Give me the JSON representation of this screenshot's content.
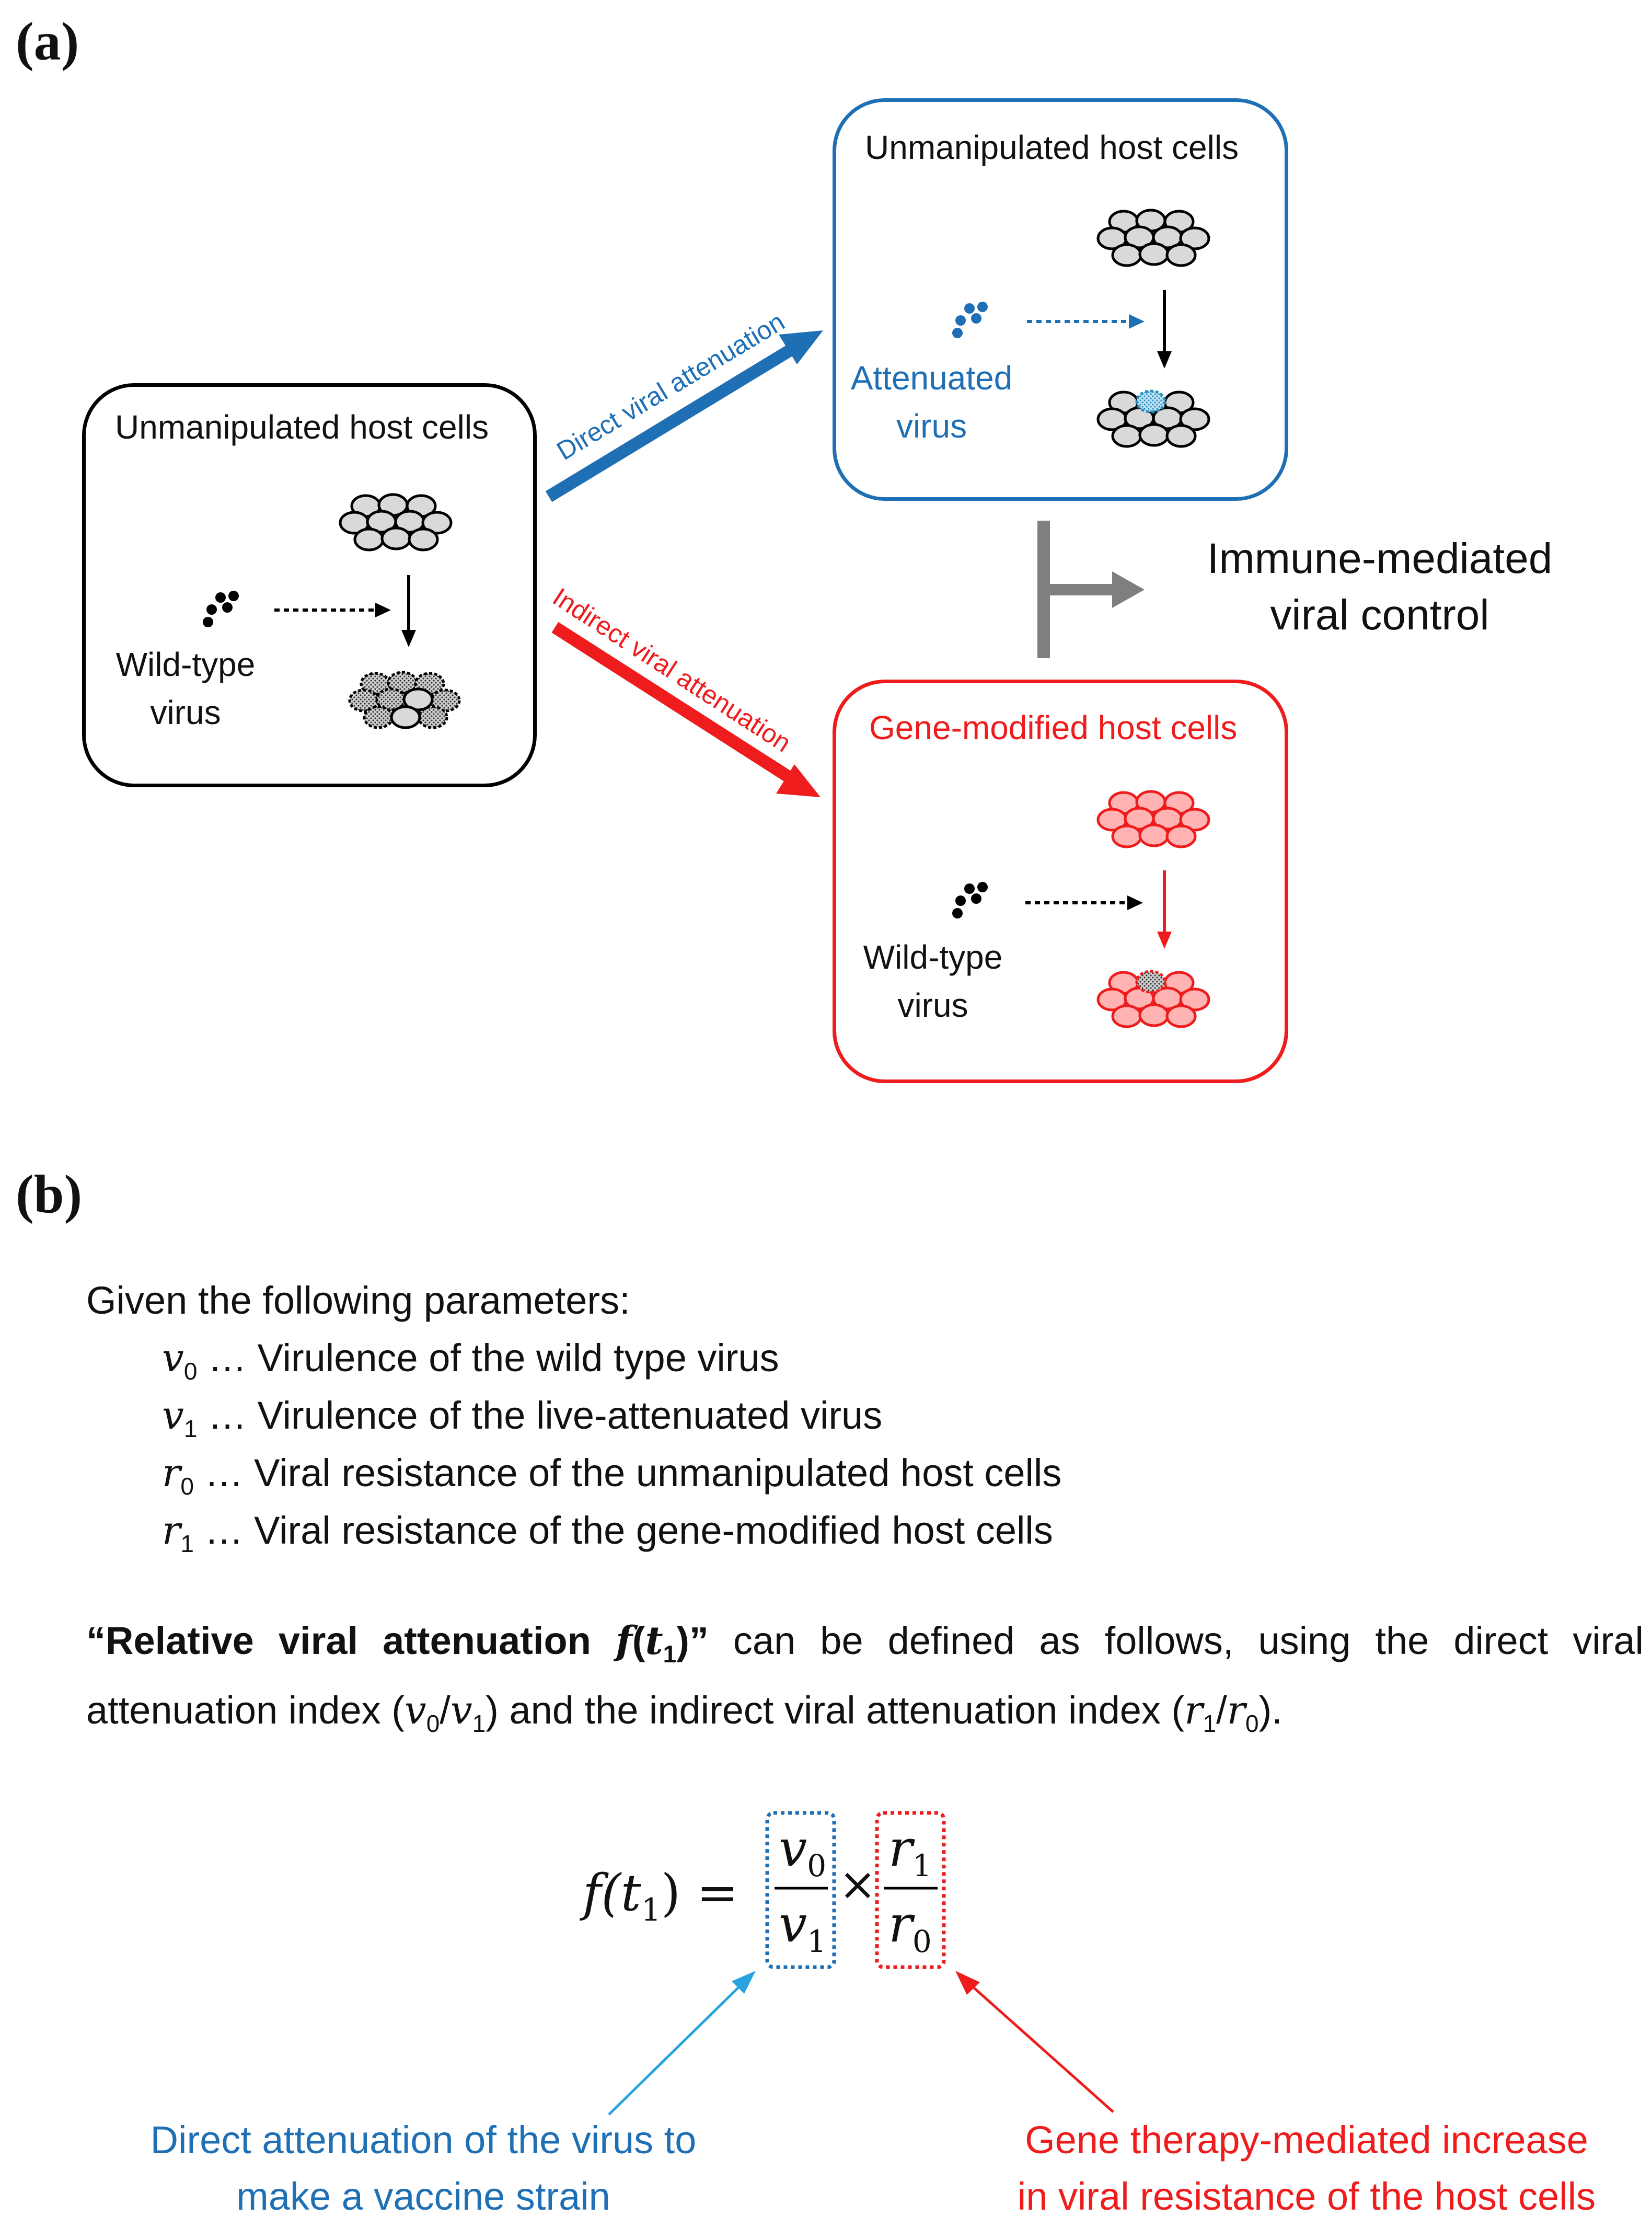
{
  "panel_a": {
    "label": "(a)",
    "left_box": {
      "title": "Unmanipulated host cells",
      "virus_label_1": "Wild-type",
      "virus_label_2": "virus"
    },
    "top_box": {
      "title": "Unmanipulated host cells",
      "virus_label_1": "Attenuated",
      "virus_label_2": "virus"
    },
    "bottom_box": {
      "title": "Gene-modified host cells",
      "virus_label_1": "Wild-type",
      "virus_label_2": "virus"
    },
    "arrow_direct_label": "Direct viral attenuation",
    "arrow_indirect_label": "Indirect viral attenuation",
    "immune_label_1": "Immune-mediated",
    "immune_label_2": "viral control",
    "colors": {
      "blue": "#1f6fb5",
      "red": "#ee1c1c",
      "gray": "#7f7f7f"
    }
  },
  "panel_b": {
    "label": "(b)",
    "intro": "Given the following parameters:",
    "params": [
      {
        "sym": "v",
        "sub": "0",
        "desc": " … Virulence of the wild type virus"
      },
      {
        "sym": "v",
        "sub": "1",
        "desc": " … Virulence of the live-attenuated virus"
      },
      {
        "sym": "r",
        "sub": "0",
        "desc": " … Viral resistance of the unmanipulated host cells"
      },
      {
        "sym": "r",
        "sub": "1",
        "desc": " … Viral resistance of the gene-modified host cells"
      }
    ],
    "relative": {
      "bold_open": "“Relative viral attenuation ",
      "bold_f": "f",
      "bold_t": "t",
      "bold_sub": "1",
      "bold_close": "”",
      "text_1": " can be defined as follows, using the direct viral attenuation index (",
      "text_2": ") and the indirect viral attenuation index (",
      "text_3": ")."
    },
    "formula": {
      "lhs": "f(t",
      "lhs_sub": "1",
      "lhs_close": ") =",
      "times": "×"
    },
    "caption_left_1": "Direct attenuation of the virus to",
    "caption_left_2": "make a vaccine strain",
    "caption_right_1": "Gene therapy-mediated increase",
    "caption_right_2": "in viral resistance of the host cells"
  }
}
